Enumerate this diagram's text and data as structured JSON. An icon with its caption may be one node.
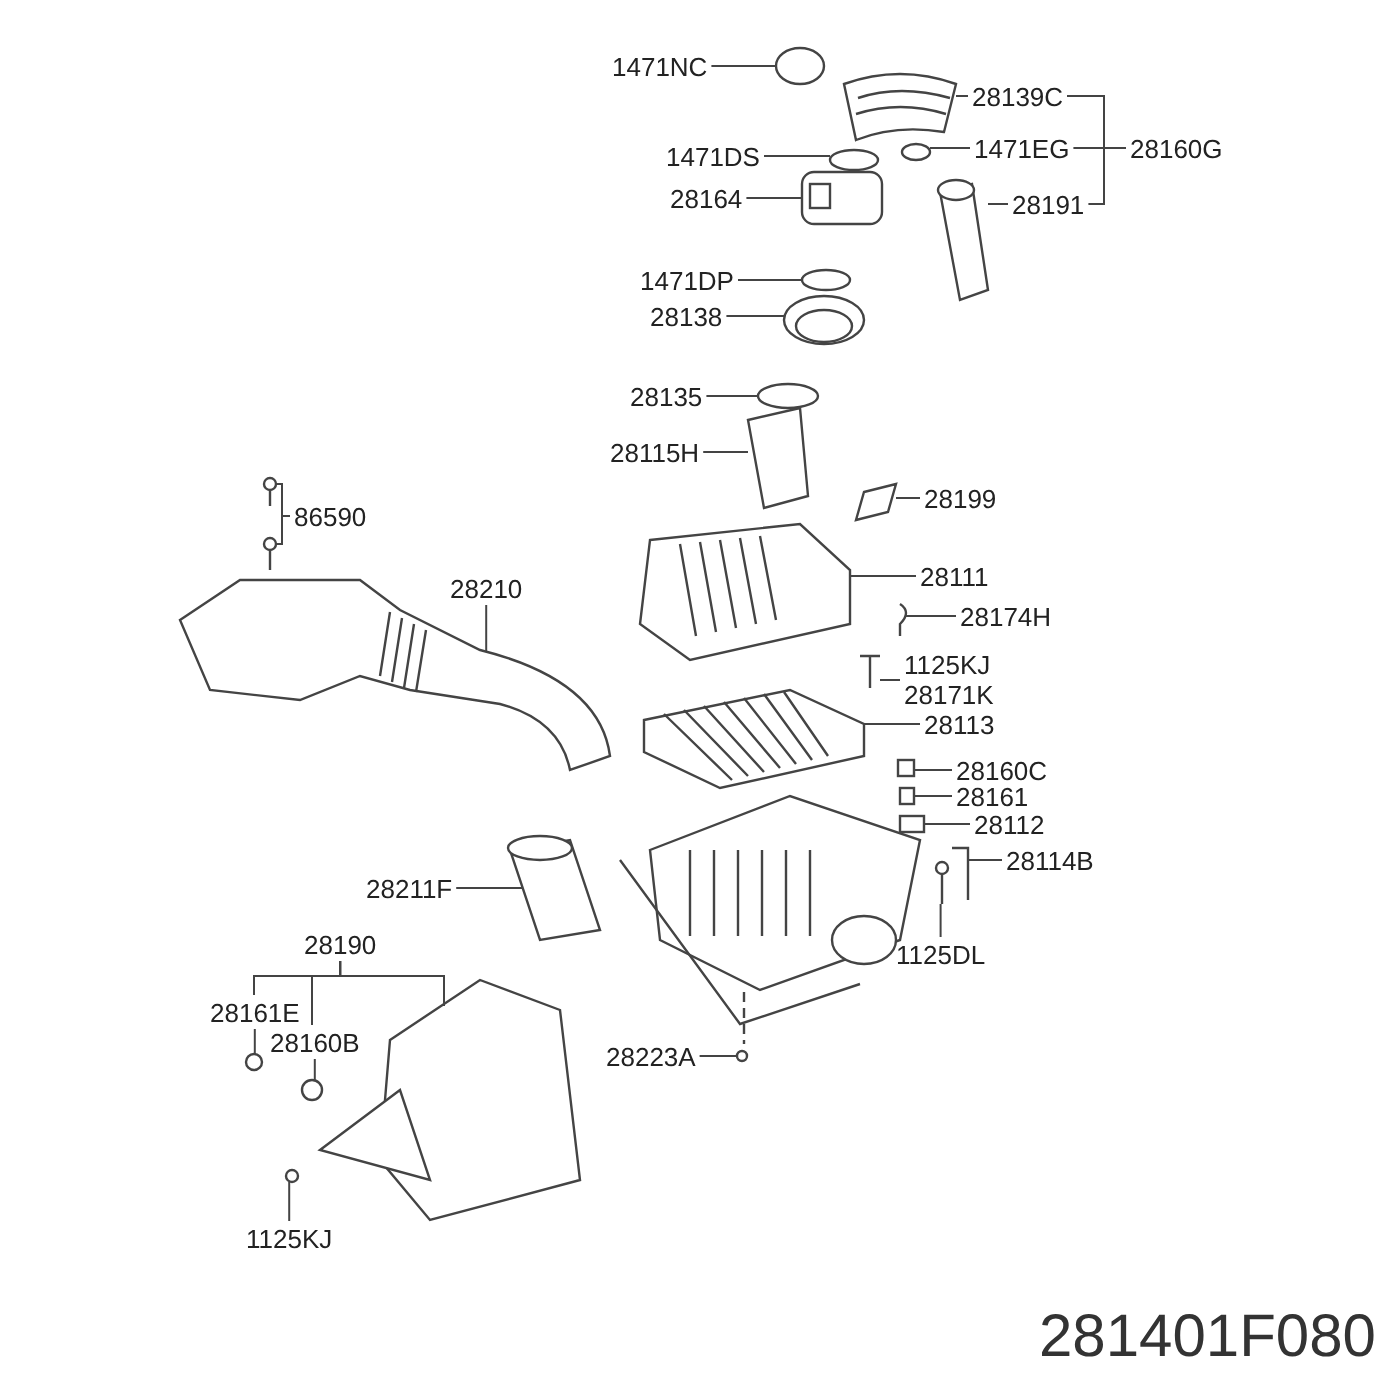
{
  "diagram": {
    "caption": "281401F080",
    "nodes": [
      {
        "text": [
          "1471NC"
        ]
      },
      {
        "text": [
          "28139C"
        ]
      },
      {
        "text": [
          "1471DS"
        ]
      },
      {
        "text": [
          "28164"
        ]
      },
      {
        "text": [
          "1471EG"
        ]
      },
      {
        "text": [
          "28191"
        ]
      },
      {
        "text": [
          "28160G"
        ]
      },
      {
        "text": [
          "1471DP"
        ]
      },
      {
        "text": [
          "28138"
        ]
      },
      {
        "text": [
          "28135"
        ]
      },
      {
        "text": [
          "28115H"
        ]
      },
      {
        "text": [
          "28199"
        ]
      },
      {
        "text": [
          "86590"
        ]
      },
      {
        "text": [
          "28210"
        ]
      },
      {
        "text": [
          "28111"
        ]
      },
      {
        "text": [
          "28174H"
        ]
      },
      {
        "text": [
          "1125KJ",
          "28171K"
        ]
      },
      {
        "text": [
          "28113"
        ]
      },
      {
        "text": [
          "28160C"
        ]
      },
      {
        "text": [
          "28161"
        ]
      },
      {
        "text": [
          "28112"
        ]
      },
      {
        "text": [
          "28114B"
        ]
      },
      {
        "text": [
          "1125DL"
        ]
      },
      {
        "text": [
          "28211F"
        ]
      },
      {
        "text": [
          "28190"
        ]
      },
      {
        "text": [
          "28161E"
        ]
      },
      {
        "text": [
          "28160B"
        ]
      },
      {
        "text": [
          "28223A"
        ]
      },
      {
        "text": [
          "1125KJ"
        ]
      },
      {
        "text": [],
        "shape": "circle"
      },
      {
        "text": [],
        "shape": "picture"
      },
      {
        "text": [],
        "shape": "circle"
      },
      {
        "text": [],
        "shape": "circle"
      },
      {
        "text": [],
        "shape": "picture"
      },
      {
        "text": [],
        "shape": "picture"
      },
      {
        "text": [],
        "shape": "circle"
      },
      {
        "text": [],
        "shape": "picture"
      },
      {
        "text": [],
        "shape": "circle"
      },
      {
        "text": [],
        "shape": "picture"
      },
      {
        "text": [],
        "shape": "picture"
      },
      {
        "text": [],
        "shape": "picture"
      },
      {
        "text": [],
        "shape": "picture"
      },
      {
        "text": [],
        "shape": "picture"
      },
      {
        "text": [],
        "shape": "picture"
      },
      {
        "text": [],
        "shape": "picture"
      },
      {
        "text": [],
        "shape": "picture"
      },
      {
        "text": [],
        "shape": "picture"
      },
      {
        "text": [],
        "shape": "box"
      },
      {
        "text": [],
        "shape": "box"
      },
      {
        "text": [],
        "shape": "picture"
      },
      {
        "text": [],
        "shape": "picture"
      },
      {
        "text": [],
        "shape": "picture"
      },
      {
        "text": [],
        "shape": "picture"
      },
      {
        "text": [],
        "shape": "picture"
      },
      {
        "text": [],
        "shape": "circle"
      },
      {
        "text": [],
        "shape": "circle"
      },
      {
        "text": [],
        "shape": "circle"
      },
      {
        "text": [],
        "shape": "circle"
      }
    ],
    "edges": [
      {
        "from": 0,
        "to": 29,
        "arrow": "none"
      },
      {
        "from": 1,
        "to": 30,
        "arrow": "none"
      },
      {
        "from": 2,
        "to": 32,
        "arrow": "none"
      },
      {
        "from": 3,
        "to": 33,
        "arrow": "none"
      },
      {
        "from": 4,
        "to": 31,
        "arrow": "none"
      },
      {
        "from": 5,
        "to": 34,
        "arrow": "none"
      },
      {
        "from": 6,
        "to": 1,
        "arrow": "none"
      },
      {
        "from": 6,
        "to": 4,
        "arrow": "none"
      },
      {
        "from": 6,
        "to": 5,
        "arrow": "none"
      },
      {
        "from": 7,
        "to": 35,
        "arrow": "none"
      },
      {
        "from": 8,
        "to": 36,
        "arrow": "none"
      },
      {
        "from": 9,
        "to": 37,
        "arrow": "none"
      },
      {
        "from": 10,
        "to": 38,
        "arrow": "none"
      },
      {
        "from": 11,
        "to": 40,
        "arrow": "none"
      },
      {
        "from": 12,
        "to": 39,
        "arrow": "none"
      },
      {
        "from": 12,
        "to": 41,
        "arrow": "none"
      },
      {
        "from": 13,
        "to": 44,
        "arrow": "none"
      },
      {
        "from": 14,
        "to": 42,
        "arrow": "none"
      },
      {
        "from": 15,
        "to": 43,
        "arrow": "none"
      },
      {
        "from": 16,
        "to": 45,
        "arrow": "none"
      },
      {
        "from": 17,
        "to": 46,
        "arrow": "none"
      },
      {
        "from": 18,
        "to": 47,
        "arrow": "none"
      },
      {
        "from": 19,
        "to": 48,
        "arrow": "none"
      },
      {
        "from": 20,
        "to": 49,
        "arrow": "none"
      },
      {
        "from": 21,
        "to": 50,
        "arrow": "none"
      },
      {
        "from": 22,
        "to": 51,
        "arrow": "none"
      },
      {
        "from": 23,
        "to": 52,
        "arrow": "none"
      },
      {
        "from": 24,
        "to": 25,
        "arrow": "none"
      },
      {
        "from": 24,
        "to": 26,
        "arrow": "none"
      },
      {
        "from": 24,
        "to": 53,
        "arrow": "none"
      },
      {
        "from": 25,
        "to": 55,
        "arrow": "none"
      },
      {
        "from": 26,
        "to": 56,
        "arrow": "none"
      },
      {
        "from": 27,
        "to": 54,
        "arrow": "none"
      },
      {
        "from": 28,
        "to": 57,
        "arrow": "none"
      }
    ]
  }
}
